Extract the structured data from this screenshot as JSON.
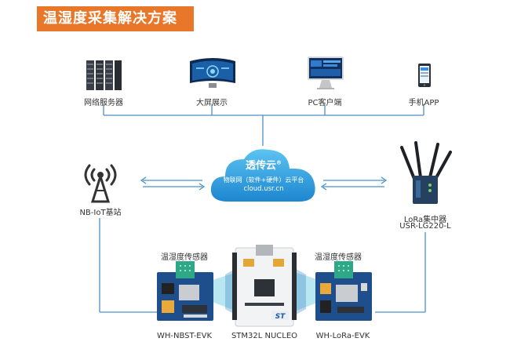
{
  "title": "温湿度采集解决方案",
  "top_devices": [
    {
      "label": "网络服务器",
      "icon": "server-rack-icon"
    },
    {
      "label": "大屏展示",
      "icon": "large-screen-icon"
    },
    {
      "label": "PC客户端",
      "icon": "pc-monitor-icon"
    },
    {
      "label": "手机APP",
      "icon": "smartphone-icon"
    }
  ],
  "cloud": {
    "brand": "透传云",
    "reg": "®",
    "desc": "物联网（软件+硬件）云平台",
    "url": "cloud.usr.cn"
  },
  "nb_station": {
    "label": "NB-IoT基站",
    "icon": "antenna-tower-icon"
  },
  "lora_gateway": {
    "line1": "LoRa集中器",
    "line2": "USR-LG220-L",
    "icon": "lora-gateway-icon"
  },
  "sensor_labels": {
    "left": "温湿度传感器",
    "right": "温湿度传感器"
  },
  "boards": {
    "left": "WH-NBST-EVK",
    "center": "STM32L NUCLEO",
    "right": "WH-LoRa-EVK"
  },
  "colors": {
    "banner": "#e8772a",
    "cloud": "#2b9bd9",
    "line": "#4a90c8",
    "board_blue": "#1f4e8c",
    "sensor_green": "#2fa887"
  }
}
